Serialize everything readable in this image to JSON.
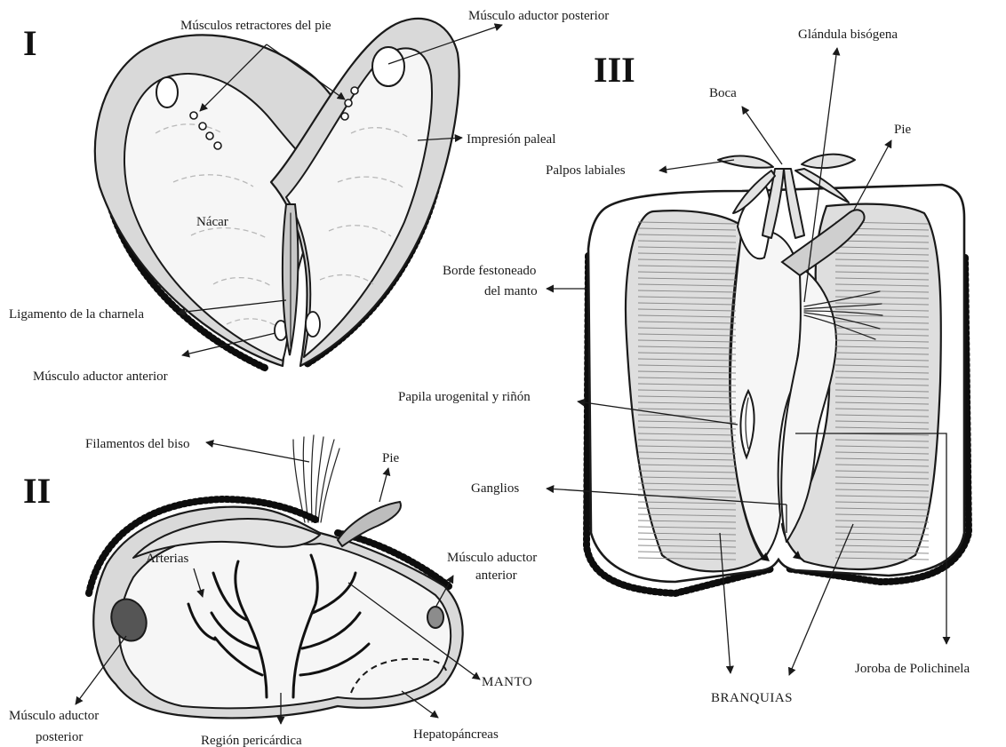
{
  "figure_labels": {
    "panel_1": "I",
    "panel_2": "II",
    "panel_3": "III"
  },
  "panel_1_labels": {
    "retractores": "Músculos retractores del pie",
    "aductor_posterior": "Músculo aductor posterior",
    "impresion_paleal": "Impresión paleal",
    "nacar": "Nácar",
    "ligamento": "Ligamento de la charnela",
    "aductor_anterior": "Músculo aductor anterior"
  },
  "panel_2_labels": {
    "filamentos": "Filamentos del biso",
    "pie": "Pie",
    "arterias": "Arterias",
    "aductor_anterior_1": "Músculo aductor",
    "aductor_anterior_2": "anterior",
    "aductor_posterior_1": "Músculo aductor",
    "aductor_posterior_2": "posterior",
    "manto": "MANTO",
    "pericardica": "Región pericárdica",
    "hepatopancreas": "Hepatopáncreas"
  },
  "panel_3_labels": {
    "glandula": "Glándula bisógena",
    "boca": "Boca",
    "pie": "Pie",
    "palpos": "Palpos labiales",
    "borde_1": "Borde festoneado",
    "borde_2": "del manto",
    "papila": "Papila urogenital y riñón",
    "ganglios": "Ganglios",
    "branquias": "BRANQUIAS",
    "joroba": "Joroba de Polichinela"
  }
}
